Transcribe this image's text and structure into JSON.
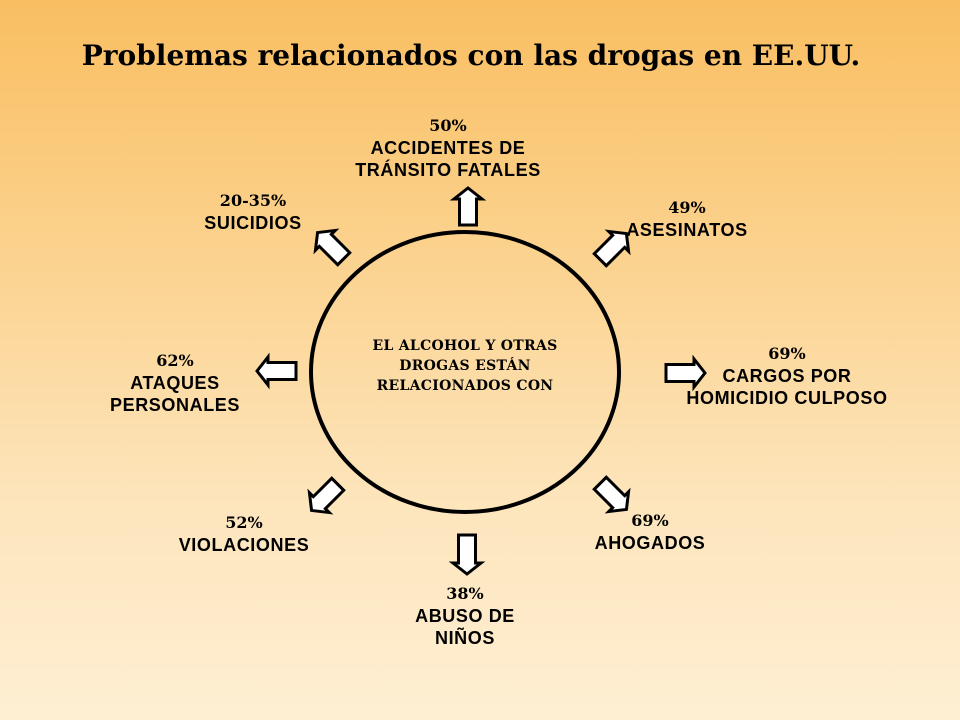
{
  "title": "Problemas relacionados con las drogas en EE.UU.",
  "center": {
    "lines": [
      "EL ALCOHOL Y OTRAS",
      "DROGAS ESTÁN",
      "RELACIONADOS CON"
    ]
  },
  "items": [
    {
      "percent": "50%",
      "lines": [
        "ACCIDENTES DE",
        "TRÁNSITO FATALES"
      ],
      "icon": "arrow-up-icon"
    },
    {
      "percent": "49%",
      "lines": [
        "ASESINATOS"
      ],
      "icon": "arrow-up-right-icon"
    },
    {
      "percent": "69%",
      "lines": [
        "CARGOS POR",
        "HOMICIDIO CULPOSO"
      ],
      "icon": "arrow-right-icon"
    },
    {
      "percent": "69%",
      "lines": [
        "AHOGADOS"
      ],
      "icon": "arrow-down-right-icon"
    },
    {
      "percent": "38%",
      "lines": [
        "ABUSO DE",
        "NIÑOS"
      ],
      "icon": "arrow-down-icon"
    },
    {
      "percent": "52%",
      "lines": [
        "VIOLACIONES"
      ],
      "icon": "arrow-down-left-icon"
    },
    {
      "percent": "62%",
      "lines": [
        "ATAQUES",
        "PERSONALES"
      ],
      "icon": "arrow-left-icon"
    },
    {
      "percent": "20-35%",
      "lines": [
        "SUICIDIOS"
      ],
      "icon": "arrow-up-left-icon"
    }
  ],
  "colors": {
    "background_top": "#F9BE61",
    "background_bottom": "#FEEFD3",
    "outline": "#000000",
    "arrow_fill": "#FFFFFF"
  }
}
